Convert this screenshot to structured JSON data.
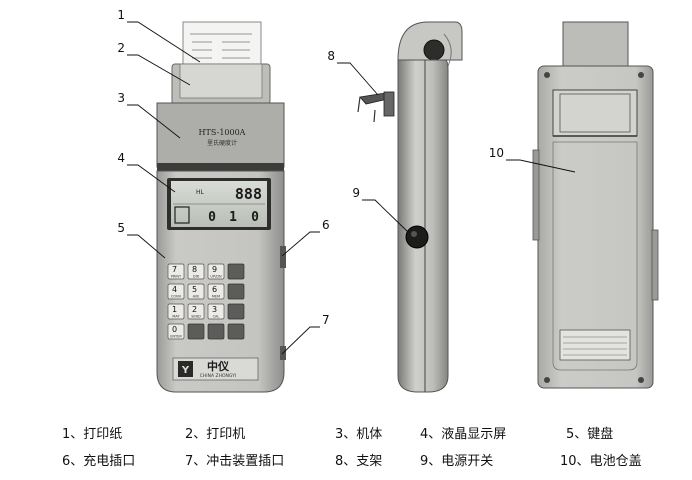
{
  "callouts": [
    "1",
    "2",
    "3",
    "4",
    "5",
    "6",
    "7",
    "8",
    "9",
    "10"
  ],
  "device": {
    "model": "HTS-1000A",
    "subtitle": "里氏硬度计",
    "brand_cn": "中仪",
    "brand_en": "CHINA ZHONGYI",
    "lcd_unit": "HL",
    "lcd_value": "888",
    "lcd_lower": [
      "0",
      "1",
      "0"
    ],
    "keys": [
      {
        "num": "7",
        "sub": "PRINT"
      },
      {
        "num": "8",
        "sub": "DIR"
      },
      {
        "num": "9",
        "sub": "UP/DN"
      },
      {
        "num": "4",
        "sub": "CONV"
      },
      {
        "num": "5",
        "sub": "AVE"
      },
      {
        "num": "6",
        "sub": "MEM"
      },
      {
        "num": "1",
        "sub": "MAT"
      },
      {
        "num": "2",
        "sub": "SEND"
      },
      {
        "num": "3",
        "sub": "CAL"
      },
      {
        "num": "0",
        "sub": "ENTER"
      }
    ]
  },
  "captions": [
    {
      "num": "1",
      "text": "打印纸"
    },
    {
      "num": "2",
      "text": "打印机"
    },
    {
      "num": "3",
      "text": "机体"
    },
    {
      "num": "4",
      "text": "液晶显示屏"
    },
    {
      "num": "5",
      "text": "键盘"
    },
    {
      "num": "6",
      "text": "充电插口"
    },
    {
      "num": "7",
      "text": "冲击装置插口"
    },
    {
      "num": "8",
      "text": "支架"
    },
    {
      "num": "9",
      "text": "电源开关"
    },
    {
      "num": "10",
      "text": "电池仓盖"
    }
  ]
}
